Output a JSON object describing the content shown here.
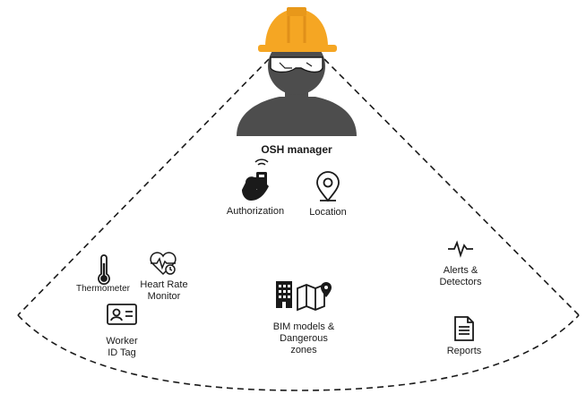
{
  "title": "OSH manager",
  "nodes": {
    "authorization": {
      "label": "Authorization",
      "icon": "hand-smartcard-icon"
    },
    "location": {
      "label": "Location",
      "icon": "map-pin-icon"
    },
    "thermometer": {
      "label": "Thermometer",
      "icon": "thermometer-icon"
    },
    "heart_rate": {
      "label_line1": "Heart Rate",
      "label_line2": "Monitor",
      "icon": "heart-rate-icon"
    },
    "worker_id": {
      "label_line1": "Worker",
      "label_line2": "ID Tag",
      "icon": "id-card-icon"
    },
    "bim": {
      "label_line1": "BIM models &",
      "label_line2": "Dangerous",
      "label_line3": "zones",
      "icon": "building-map-icon"
    },
    "alerts": {
      "label_line1": "Alerts &",
      "label_line2": "Detectors",
      "icon": "pulse-icon"
    },
    "reports": {
      "label": "Reports",
      "icon": "document-icon"
    }
  },
  "colors": {
    "helmet": "#f5a623",
    "bust": "#4d4d4d",
    "lines": "#1a1a1a"
  }
}
